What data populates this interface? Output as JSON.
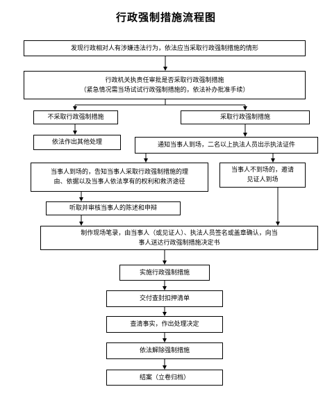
{
  "title": "行政强制措施流程图",
  "steps": {
    "s1": "发现行政相对人有涉嫌违法行为，依法应当采取行政强制措施的情形",
    "s2a": "行政机关执责任审批是否采取行政强制措施",
    "s2b": "（紧急情况需当场试试行政强制措施的，依法补办批准手续）",
    "no_measure": "不采取行政强制措施",
    "take_measure": "采取行政强制措施",
    "other_handling": "依法作出其他处理",
    "notify": "通知当事人到场，二名以上执法人员出示执法证件",
    "present_a": "当事人到场的，告知当事人采取行政强制措施的理",
    "present_b": "由、依据以及当事人依法享有的权利和救济途径",
    "absent_a": "当事人不到场的，邀请",
    "absent_b": "见证人到场",
    "hear": "听取并审核当事人的陈述和申辩",
    "record_a": "制作现场笔录，由当事人（或见证人）、执法人员签名或盖章确认，向当",
    "record_b": "事人送达行政强制措施决定书",
    "implement": "实施行政强制措施",
    "deliver": "交付查封扣押清单",
    "investigate": "查清事实，作出处理决定",
    "lift": "依法解除强制措施",
    "close": "结案（立卷归档）"
  }
}
